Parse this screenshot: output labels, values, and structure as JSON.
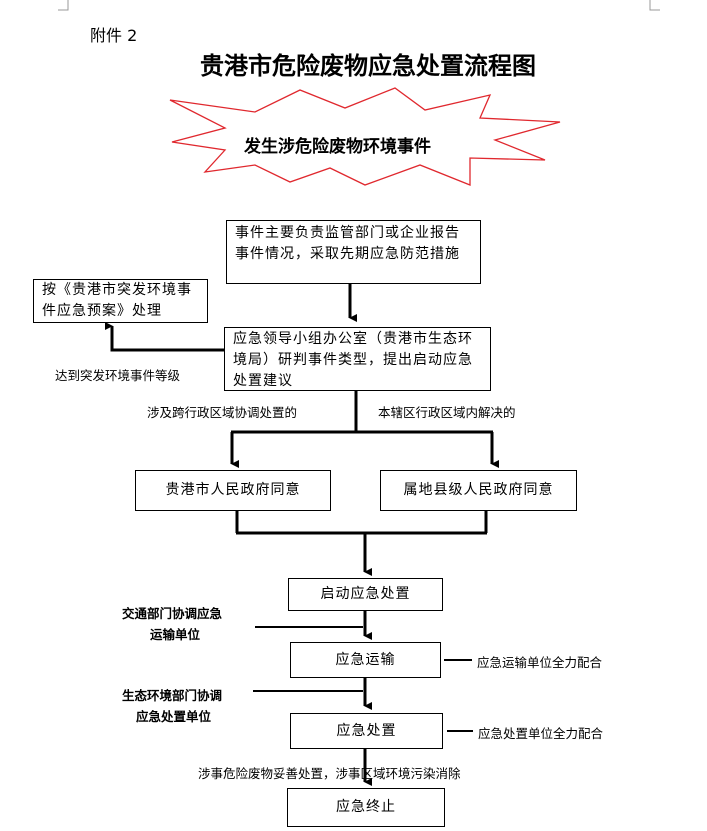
{
  "attachment_label": "附件 2",
  "title": "贵港市危险废物应急处置流程图",
  "start_event": "发生涉危险废物环境事件",
  "colors": {
    "star_outline": "#e0282e",
    "line": "#000000"
  },
  "steps": {
    "report": "事件主要负责监管部门或企业报告事件情况，采取先期应急防范措施",
    "plan_handling": "按《贵港市突发环境事件应急预案》处理",
    "office_review": "应急领导小组办公室（贵港市生态环境局）研判事件类型，提出启动应急处置建议",
    "city_gov": "贵港市人民政府同意",
    "county_gov": "属地县级人民政府同意",
    "start_response": "启动应急处置",
    "transport": "应急运输",
    "disposal": "应急处置",
    "terminate": "应急终止"
  },
  "labels": {
    "reach_level": "达到突发环境事件等级",
    "cross_region": "涉及跨行政区域协调处置的",
    "local_region": "本辖区行政区域内解决的",
    "transport_coord_1": "交通部门协调应急",
    "transport_coord_2": "运输单位",
    "transport_support": "应急运输单位全力配合",
    "eco_coord_1": "生态环境部门协调",
    "eco_coord_2": "应急处置单位",
    "disposal_support": "应急处置单位全力配合",
    "outcome": "涉事危险废物妥善处置，涉事区域环境污染消除"
  }
}
